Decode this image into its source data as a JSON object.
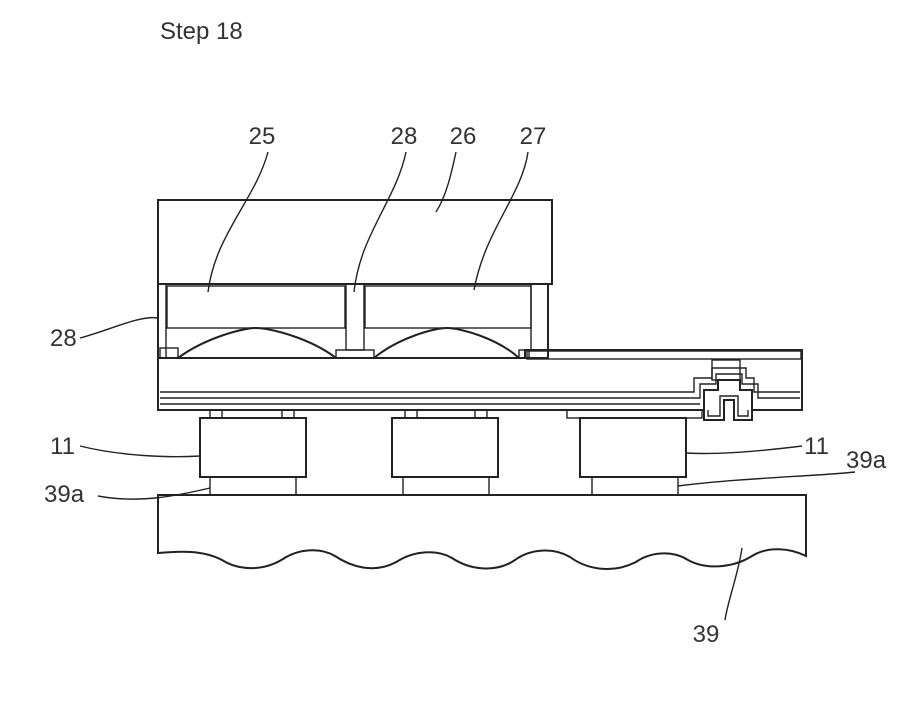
{
  "title": "Step 18",
  "labels": {
    "l25": "25",
    "l28_top": "28",
    "l26": "26",
    "l27": "27",
    "l28_left": "28",
    "l11_left": "11",
    "l11_right": "11",
    "l39a_left": "39a",
    "l39a_right": "39a",
    "l39": "39"
  }
}
